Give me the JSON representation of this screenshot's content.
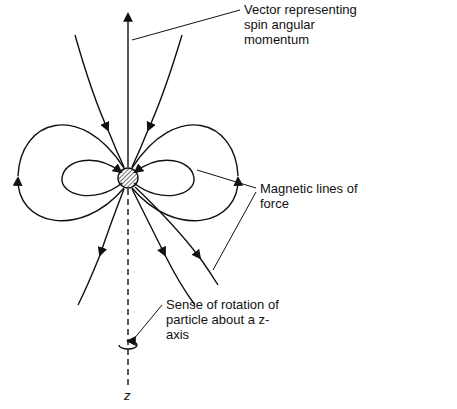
{
  "diagram": {
    "labels": [
      "Vector representing spin angular momentum",
      "Magnetic lines of force",
      "Sense of rotation of particle about a z-axis",
      "z"
    ]
  }
}
